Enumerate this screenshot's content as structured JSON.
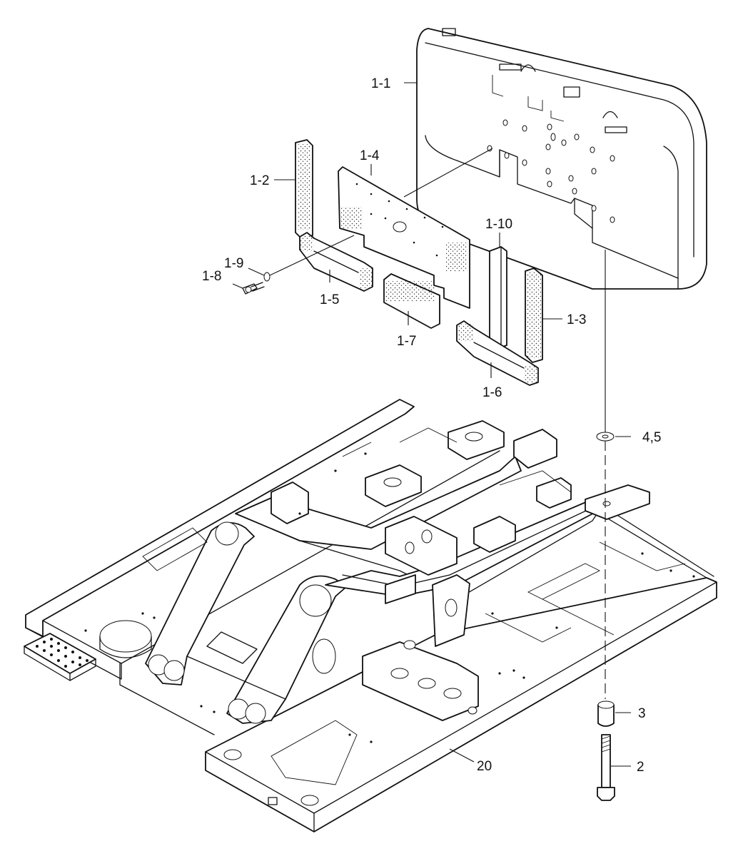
{
  "diagram": {
    "callouts": {
      "c1_1": "1-1",
      "c1_2": "1-2",
      "c1_3": "1-3",
      "c1_4": "1-4",
      "c1_5": "1-5",
      "c1_6": "1-6",
      "c1_7": "1-7",
      "c1_8": "1-8",
      "c1_9": "1-9",
      "c1_10": "1-10",
      "c4_5": "4,5",
      "c3": "3",
      "c2": "2",
      "c20": "20"
    }
  }
}
